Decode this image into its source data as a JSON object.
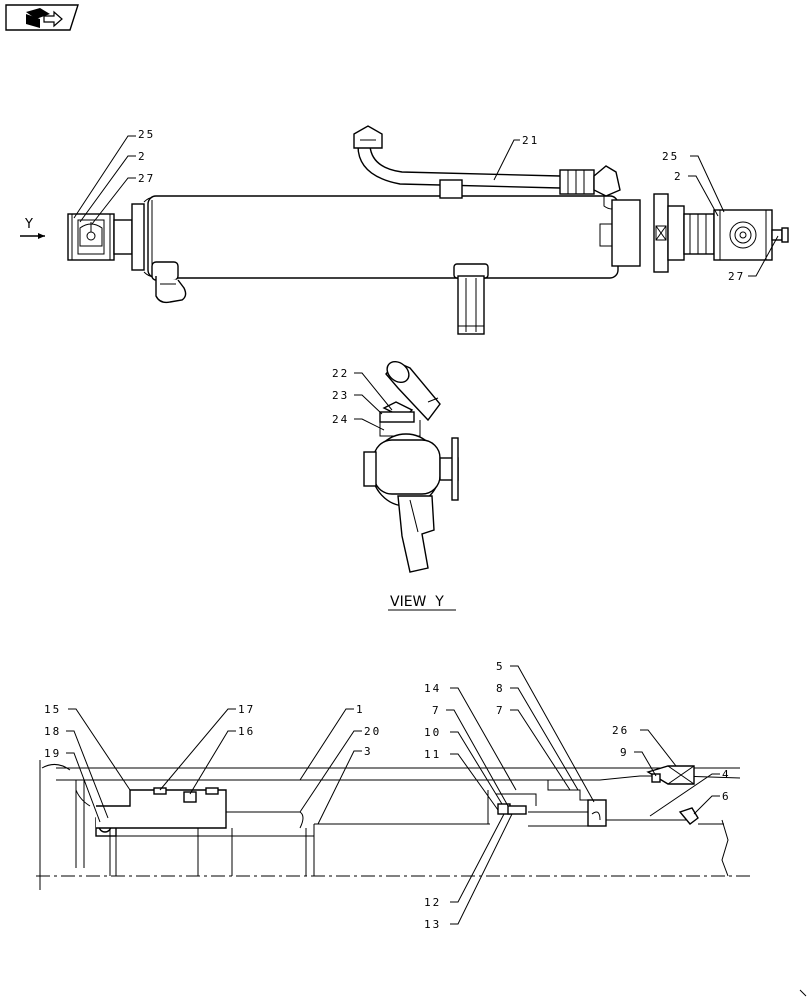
{
  "view_caption": "VIEW  Y",
  "view_arrow_label": "Y",
  "icons": {
    "nav": "arrow-book-icon"
  },
  "callouts": {
    "top_left_25": "25",
    "top_left_2": "2",
    "top_left_27": "27",
    "top_21": "21",
    "top_right_25": "25",
    "top_right_2": "2",
    "top_right_27": "27",
    "view_22": "22",
    "view_23": "23",
    "view_24": "24",
    "sec_15": "15",
    "sec_18": "18",
    "sec_19": "19",
    "sec_17": "17",
    "sec_16": "16",
    "sec_1": "1",
    "sec_20": "20",
    "sec_3": "3",
    "sec_14": "14",
    "sec_7a": "7",
    "sec_10": "10",
    "sec_11": "11",
    "sec_5": "5",
    "sec_8": "8",
    "sec_7b": "7",
    "sec_26": "26",
    "sec_9": "9",
    "sec_4": "4",
    "sec_6": "6",
    "sec_12": "12",
    "sec_13": "13"
  }
}
